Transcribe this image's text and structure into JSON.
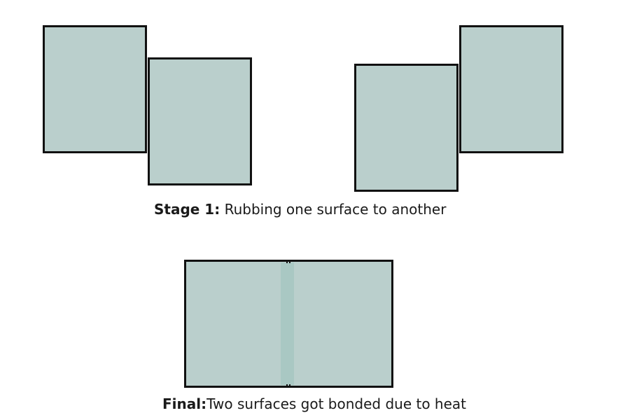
{
  "colors": {
    "surface_fill": "#bacfcc",
    "bond_fill": "#a9c8c3",
    "outline": "#111111",
    "text": "#1a1a1a"
  },
  "stage1": {
    "label": "Stage 1:",
    "description": "Rubbing one surface to another"
  },
  "final": {
    "label": "Final:",
    "description": "Two surfaces got bonded due to heat"
  }
}
